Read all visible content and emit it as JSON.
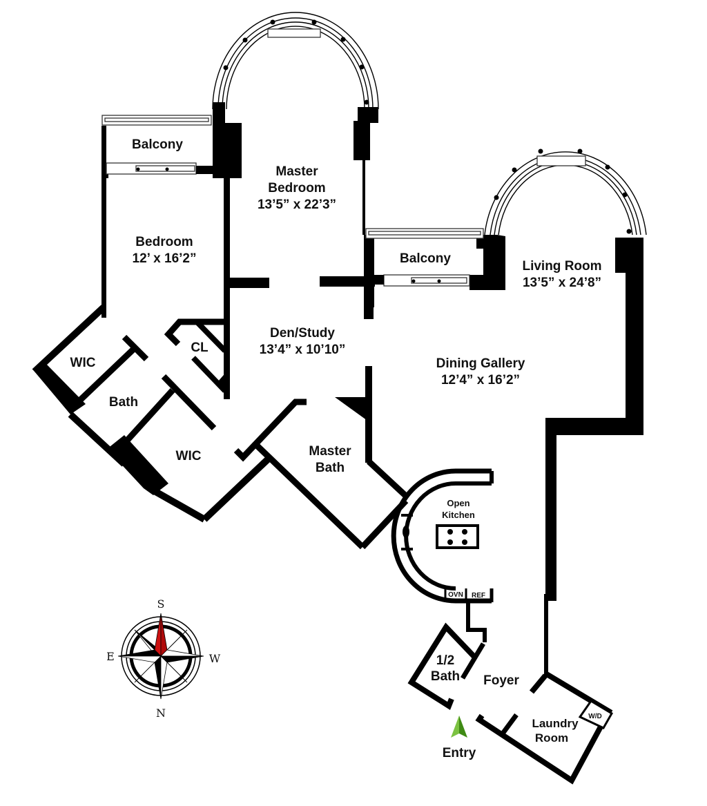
{
  "floorplan": {
    "rooms": [
      {
        "id": "master-bedroom",
        "name_line1": "Master",
        "name_line2": "Bedroom",
        "dims": "13’5” x 22’3”"
      },
      {
        "id": "bedroom",
        "name": "Bedroom",
        "dims": "12’ x 16’2”"
      },
      {
        "id": "living-room",
        "name": "Living Room",
        "dims": "13’5” x 24’8”"
      },
      {
        "id": "den-study",
        "name": "Den/Study",
        "dims": "13’4” x 10’10”"
      },
      {
        "id": "dining-gallery",
        "name": "Dining Gallery",
        "dims": "12’4” x 16’2”"
      },
      {
        "id": "balcony-left",
        "name": "Balcony"
      },
      {
        "id": "balcony-right",
        "name": "Balcony"
      },
      {
        "id": "wic-upper",
        "name": "WIC"
      },
      {
        "id": "wic-lower",
        "name": "WIC"
      },
      {
        "id": "bath",
        "name": "Bath"
      },
      {
        "id": "closet",
        "name": "CL"
      },
      {
        "id": "master-bath",
        "name_line1": "Master",
        "name_line2": "Bath"
      },
      {
        "id": "open-kitchen",
        "name_line1": "Open",
        "name_line2": "Kitchen"
      },
      {
        "id": "half-bath",
        "name_line1": "1/2",
        "name_line2": "Bath"
      },
      {
        "id": "foyer",
        "name": "Foyer"
      },
      {
        "id": "laundry-room",
        "name_line1": "Laundry",
        "name_line2": "Room"
      }
    ],
    "appliances": {
      "oven": "OVN",
      "refrigerator": "REF",
      "washer_dryer": "W/D"
    },
    "entry": {
      "label": "Entry",
      "arrow_color": "#4a9a1c"
    },
    "compass": {
      "top": "S",
      "bottom": "N",
      "left": "E",
      "right": "W",
      "accent_color": "#cc1111"
    }
  }
}
